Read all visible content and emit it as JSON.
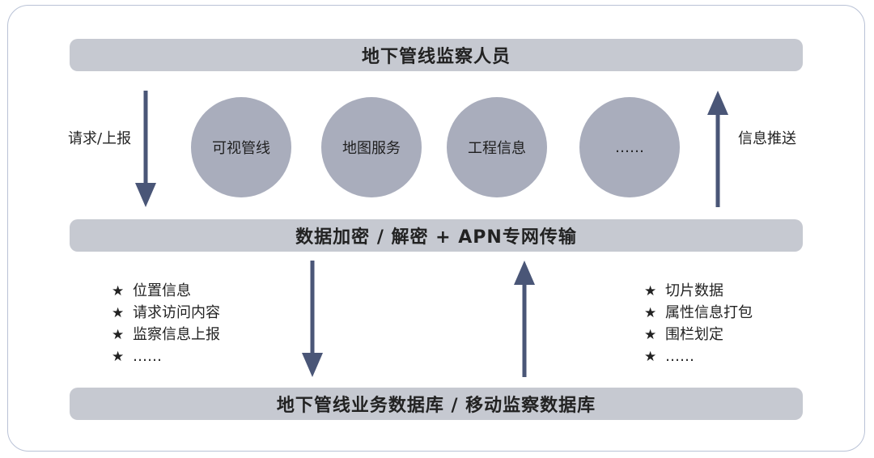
{
  "top_bar": {
    "label": "地下管线监察人员"
  },
  "middle_bar": {
    "label": "数据加密 / 解密 + APN专网传输"
  },
  "bottom_bar": {
    "label": "地下管线业务数据库 / 移动监察数据库"
  },
  "circles": [
    {
      "label": "可视管线"
    },
    {
      "label": "地图服务"
    },
    {
      "label": "工程信息"
    },
    {
      "label": "……"
    }
  ],
  "left_label": "请求/上报",
  "right_label": "信息推送",
  "left_list": {
    "bullet": "★",
    "items": [
      "位置信息",
      "请求访问内容",
      "监察信息上报",
      "……"
    ]
  },
  "right_list": {
    "bullet": "★",
    "items": [
      "切片数据",
      "属性信息打包",
      "围栏划定",
      "……"
    ]
  },
  "colors": {
    "bar": "#c6c9d1",
    "circle": "#a9adbc",
    "arrow": "#4a5677",
    "frame": "#b9c2d6"
  }
}
